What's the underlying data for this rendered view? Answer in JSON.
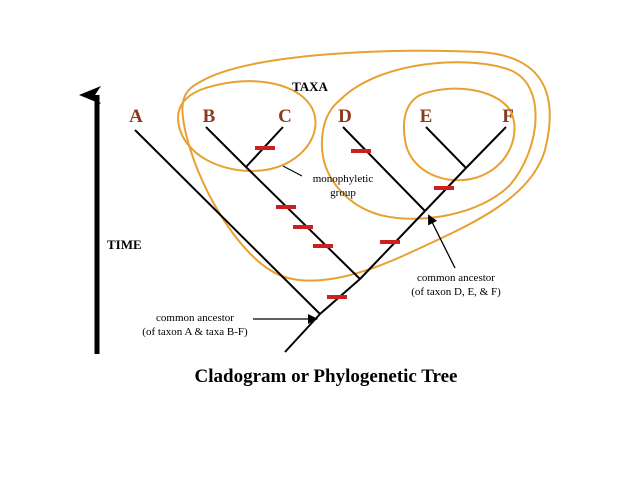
{
  "heading": "TAXA",
  "time_label": "TIME",
  "title": "Cladogram or Phylogenetic Tree",
  "taxa": [
    "A",
    "B",
    "C",
    "D",
    "E",
    "F"
  ],
  "monophyletic_label": [
    "monophyletic",
    "group"
  ],
  "ancestor_de_f_label": [
    "common ancestor",
    "(of taxon D, E, & F)"
  ],
  "ancestor_a_bf_label": [
    "common ancestor",
    "(of taxon A & taxa B-F)"
  ],
  "colors": {
    "taxon": "#8b3a1f",
    "enclosure": "#e8a030",
    "trait_mark": "#cc1f1f",
    "line": "#000000"
  }
}
